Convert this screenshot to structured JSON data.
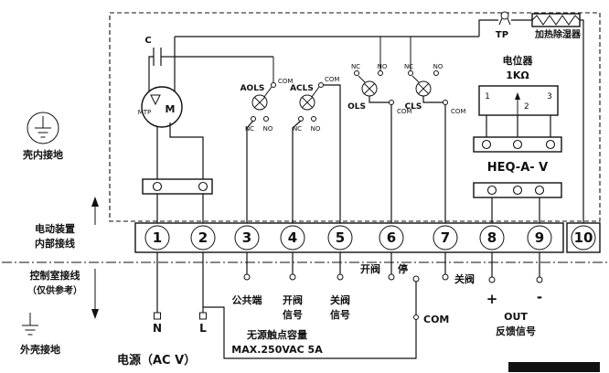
{
  "labels": {
    "tp": "TP",
    "heater": "加热除湿器",
    "pot_name": "电位器",
    "pot_value": "1KΩ",
    "pot_pin1": "1",
    "pot_pin2": "2",
    "pot_pin3": "3",
    "cap": "C",
    "motor": "M",
    "mtp": "MTP",
    "aols": "AOLS",
    "acls": "ACLS",
    "ols": "OLS",
    "cls": "CLS",
    "model": "HEQ-A- V",
    "com": "COM",
    "nc": "NC",
    "no": "NO"
  },
  "left": {
    "inner_ground": "壳内接地",
    "internal1": "电动装置",
    "internal2": "内部接线",
    "control1": "控制室接线",
    "control2": "（仅供参考）",
    "outer_ground": "外壳接地"
  },
  "terminals": [
    "1",
    "2",
    "3",
    "4",
    "5",
    "6",
    "7",
    "8",
    "9",
    "10"
  ],
  "bottom": {
    "n": "N",
    "l": "L",
    "common": "公共端",
    "open_sig1": "开阀",
    "open_sig2": "信号",
    "close_sig1": "关阀",
    "close_sig2": "信号",
    "open_valve": "开阀",
    "stop": "停",
    "close_valve": "关阀",
    "com": "COM",
    "plus": "+",
    "minus": "-",
    "out": "OUT",
    "feedback": "反馈信号",
    "power": "电源（AC V）",
    "capacity1": "无源触点容量",
    "capacity2": "MAX.250VAC  5A"
  }
}
